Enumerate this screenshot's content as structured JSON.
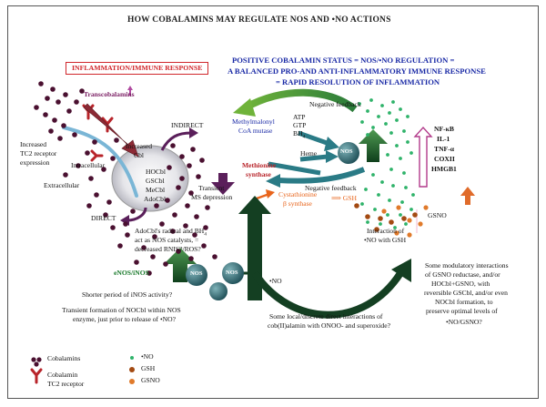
{
  "title": "HOW COBALAMINS MAY REGULATE NOS AND •NO ACTIONS",
  "headline": {
    "line1": "POSITIVE COBALAMIN STATUS = NOS/•NO REGULATION =",
    "line2": "A BALANCED PRO-AND ANTI-INFLAMMATORY IMMUNE RESPONSE",
    "line3": "= RAPID RESOLUTION OF INFLAMMATION"
  },
  "inflammation_box": "INFLAMMATION/IMMUNE RESPONSE",
  "labels": {
    "transcobalamins": "Transcobalamins",
    "increased_tc2_1": "Increased",
    "increased_tc2_2": "TC2 receptor",
    "increased_tc2_3": "expression",
    "intracellular": "Intracellular",
    "extracellular": "Extracellular",
    "indirect": "INDIRECT",
    "direct": "DIRECT",
    "increased_cbl_1": "Increased",
    "increased_cbl_2": "Cbl",
    "hocbl": "HOCbl",
    "gscbl": "GSCbl",
    "mecbl": "MeCbl",
    "adocbl": "AdoCbl",
    "methylmalonyl_1": "Methylmalonyl",
    "methylmalonyl_2": "CoA mutase",
    "atp": "ATP",
    "gtp": "GTP",
    "bh4": "BH",
    "bh4_sub": "4",
    "heme": "Heme",
    "nos": "NOS",
    "negative_feedback_top": "Negative feedback",
    "negative_feedback_mid": "Negative feedback",
    "methionine_1": "Methionine",
    "methionine_2": "synthase",
    "transient_1": "Transient",
    "transient_2": "MS depression",
    "cystathionine_1": "Cystathionine",
    "cystathionine_2": "β synthase",
    "gsh_arrow": "⟹ GSH",
    "interaction_1": "Interaction of",
    "interaction_2": "•NO with GSH",
    "nfkb": "NF-κB",
    "il1": "IL-1",
    "tnfa": "TNF-α",
    "cox2": "COXII",
    "hmgb1": "HMGB1",
    "gsno_label": "GSNO",
    "adocbl_radical_1": "AdoCbl's radical and BH",
    "adocbl_radical_sub": "4",
    "adocbl_radical_2": "act as NOS catalysts, =",
    "adocbl_radical_3": "decreased RNIS?/ROS?",
    "enos": "eNOS/iNOS",
    "no_center": "•NO",
    "shorter_period": "Shorter period of iNOS activity?",
    "transient_formation_1": "Transient formation of NOCbl within NOS",
    "transient_formation_2": "enzyme, just prior to release of •NO?",
    "some_local_1": "Some local/discrete direct interactions of",
    "some_local_2": "cob(II)alamin with ONOO- and superoxide?",
    "modulatory_1": "Some modulatory interactions",
    "modulatory_2": "of GSNO reductase, and/or",
    "modulatory_3": "HOCbl+GSNO, with",
    "modulatory_4": "reversible GSCbl, and/or even",
    "modulatory_5": "NOCbl formation, to",
    "modulatory_6": "preserve optimal levels of",
    "modulatory_7": "•NO/GSNO?"
  },
  "legend": {
    "cobalamins": "Cobalamins",
    "receptor_1": "Cobalamin",
    "receptor_2": "TC2 receptor",
    "no": "•NO",
    "gsh": "GSH",
    "gsno": "GSNO"
  },
  "colors": {
    "cobalamin_dot": "#4a1030",
    "no_dot": "#2fb36a",
    "gsh_dot": "#a34a12",
    "gsno_dot": "#e07a2b",
    "nos_circle": "#2e6a73",
    "arrow_green_dark": "#175a2a",
    "arrow_blue": "#2a7b86",
    "red_box": "#d0262b",
    "headline_blue": "#1a2aa6"
  }
}
